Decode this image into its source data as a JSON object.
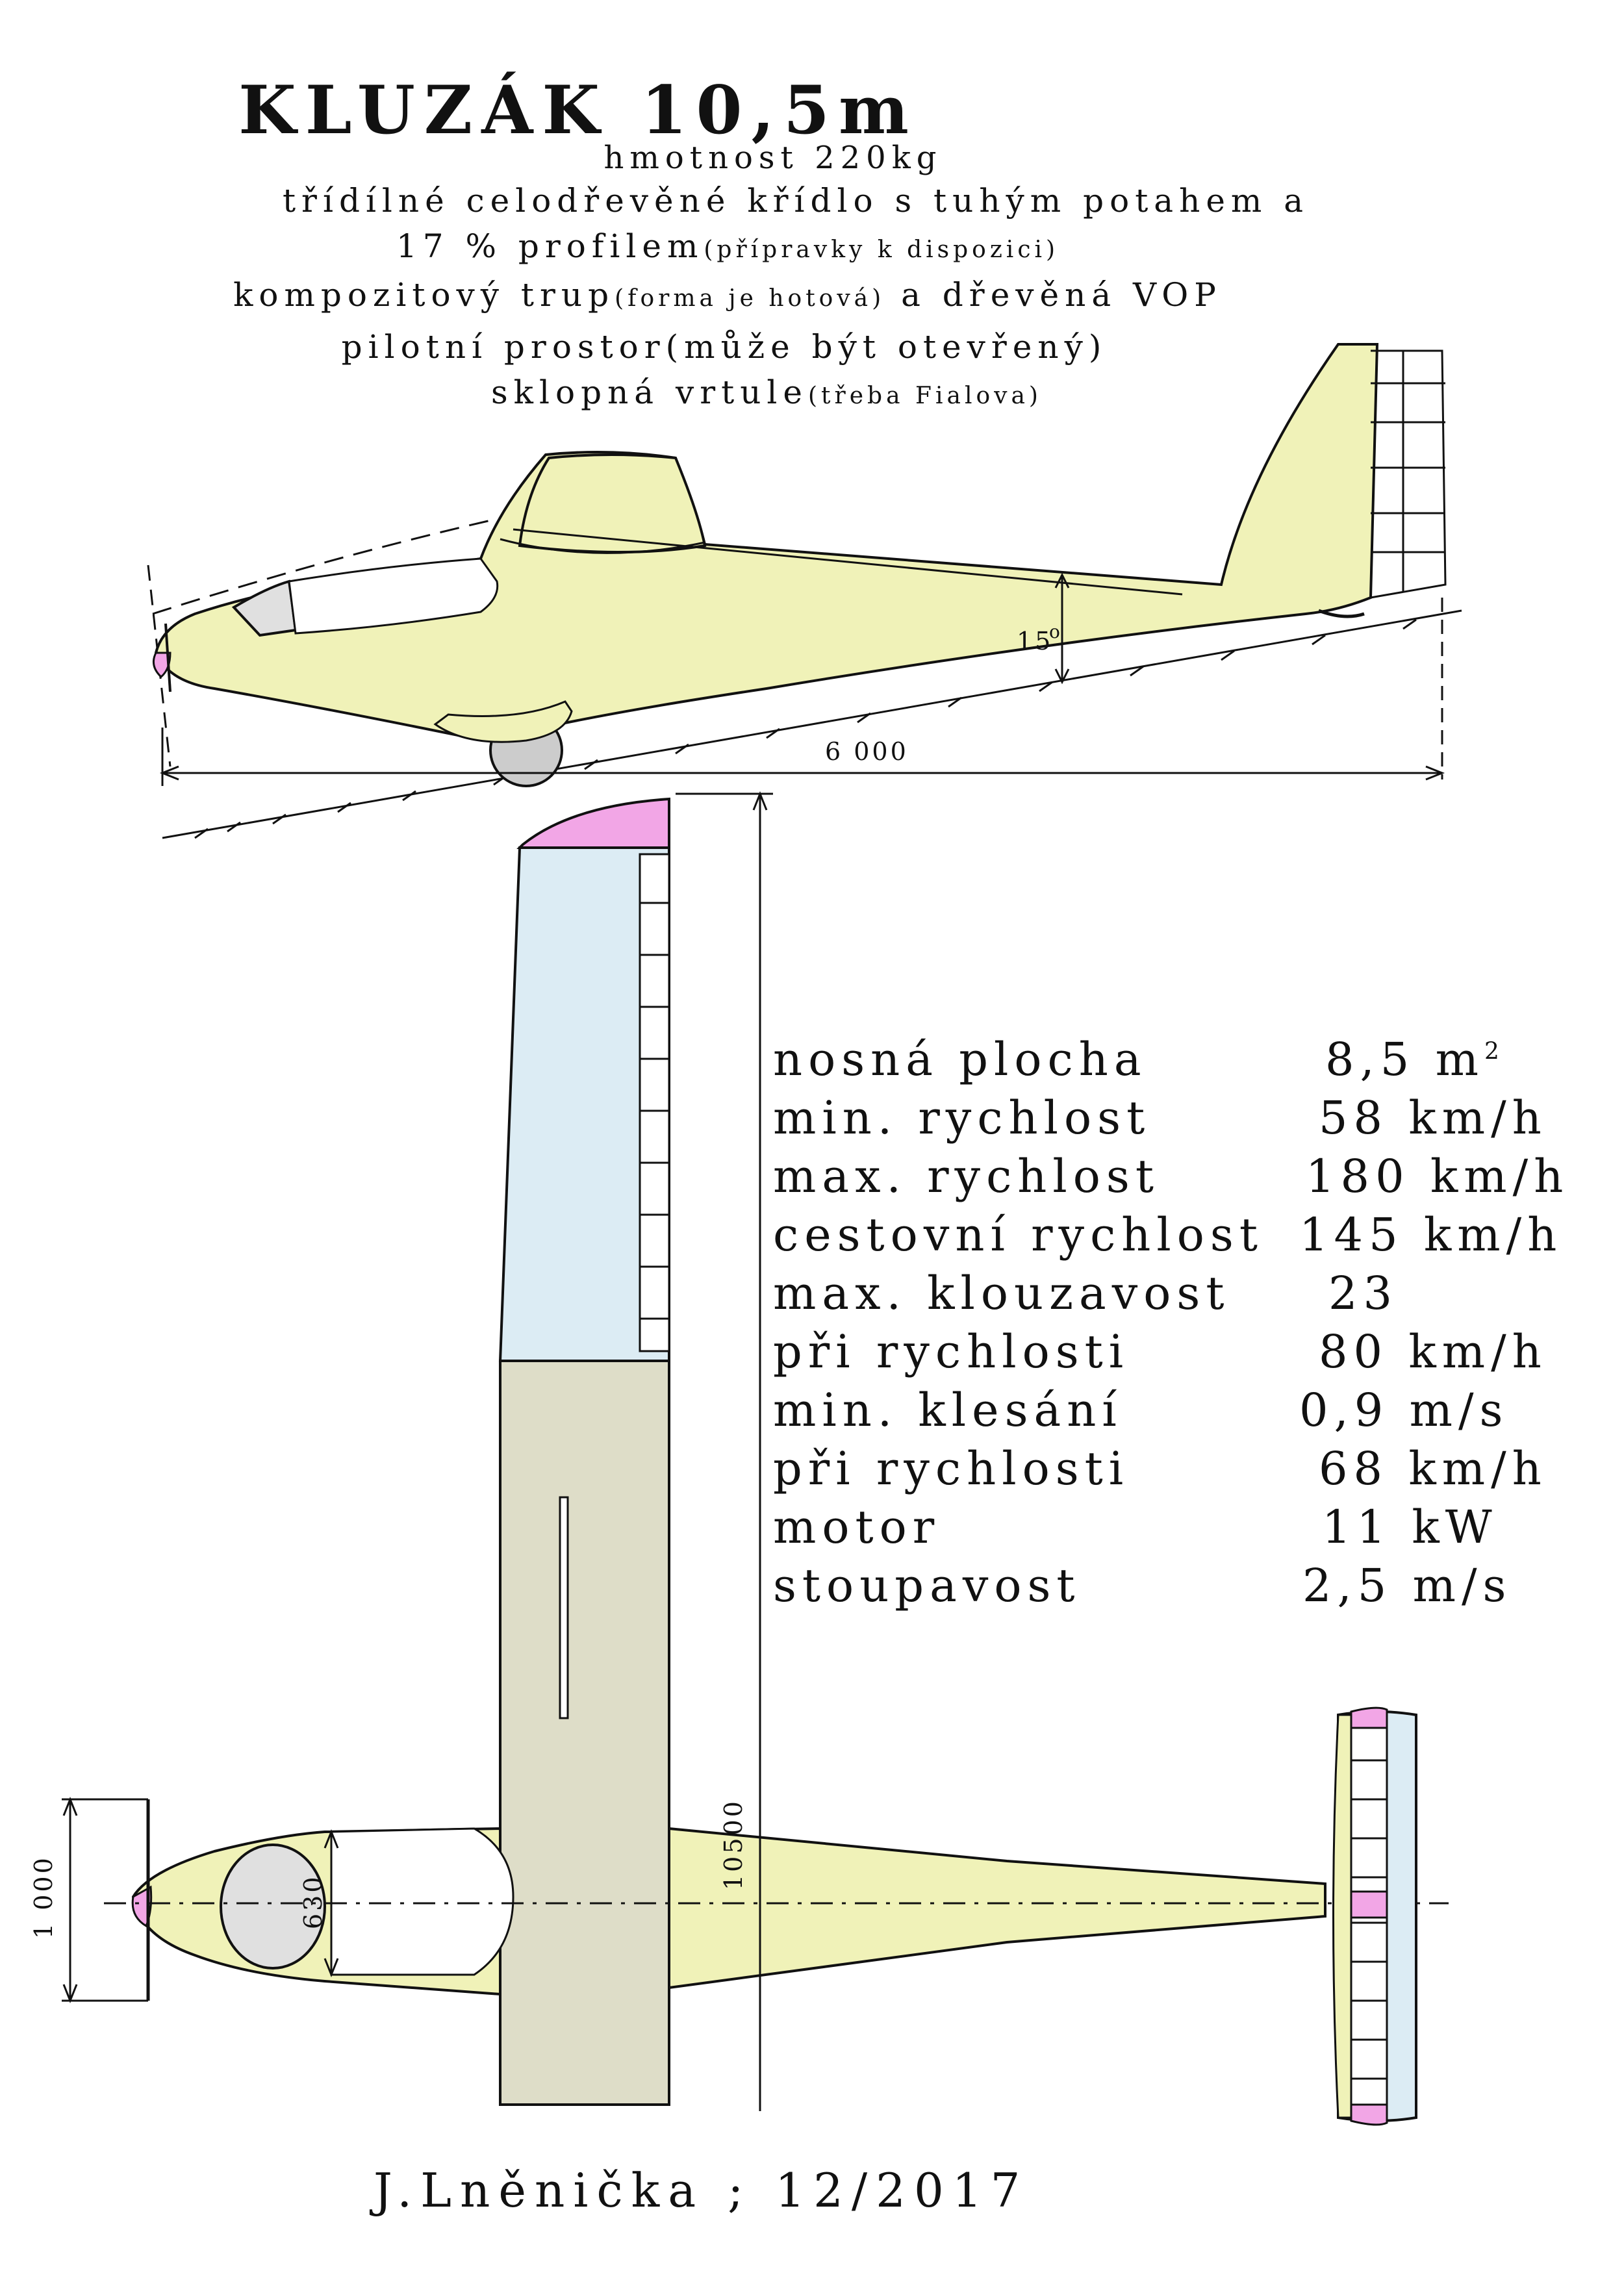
{
  "title": "KLUZÁK  10,5m",
  "header": {
    "line1": "hmotnost 220kg",
    "line2": "třídílné celodřevěné křídlo s tuhým potahem a",
    "line3_main": "17 % profilem",
    "line3_note": "(přípravky k dispozici)",
    "line4_main1": "kompozitový trup",
    "line4_note": "(forma je hotová)",
    "line4_main2": " a dřevěná VOP",
    "line5": "pilotní prostor(může být otevřený)",
    "line6_main": "sklopná vrtule",
    "line6_note": "(třeba Fialova)"
  },
  "specs": [
    {
      "label": "nosná plocha",
      "value": "8,5 m",
      "sup": "2"
    },
    {
      "label": "min. rychlost",
      "value": "58 km/h"
    },
    {
      "label": "max. rychlost",
      "value": "180 km/h"
    },
    {
      "label": "cestovní rychlost",
      "value": "145 km/h"
    },
    {
      "label": "max. klouzavost",
      "value": "23"
    },
    {
      "label": "při rychlosti",
      "value": "80 km/h"
    },
    {
      "label": "min. klesání",
      "value": "0,9 m/s"
    },
    {
      "label": "při rychlosti",
      "value": "68 km/h"
    },
    {
      "label": "motor",
      "value": "11 kW"
    },
    {
      "label": "stoupavost",
      "value": "2,5 m/s"
    }
  ],
  "dimensions": {
    "length": "6 000",
    "angle": "15",
    "angle_unit": "o",
    "span": "10500",
    "fuselage_width": "630",
    "prop_diameter": "1 000"
  },
  "author": "J.Lněnička ; 12/2017",
  "colors": {
    "fuselage": "#f0f2b8",
    "wing_outer": "#dcecf4",
    "wing_center": "#deddc8",
    "tip": "#f2a6e6",
    "canopy": "#e0e0e0",
    "wheel": "#cccccc"
  }
}
